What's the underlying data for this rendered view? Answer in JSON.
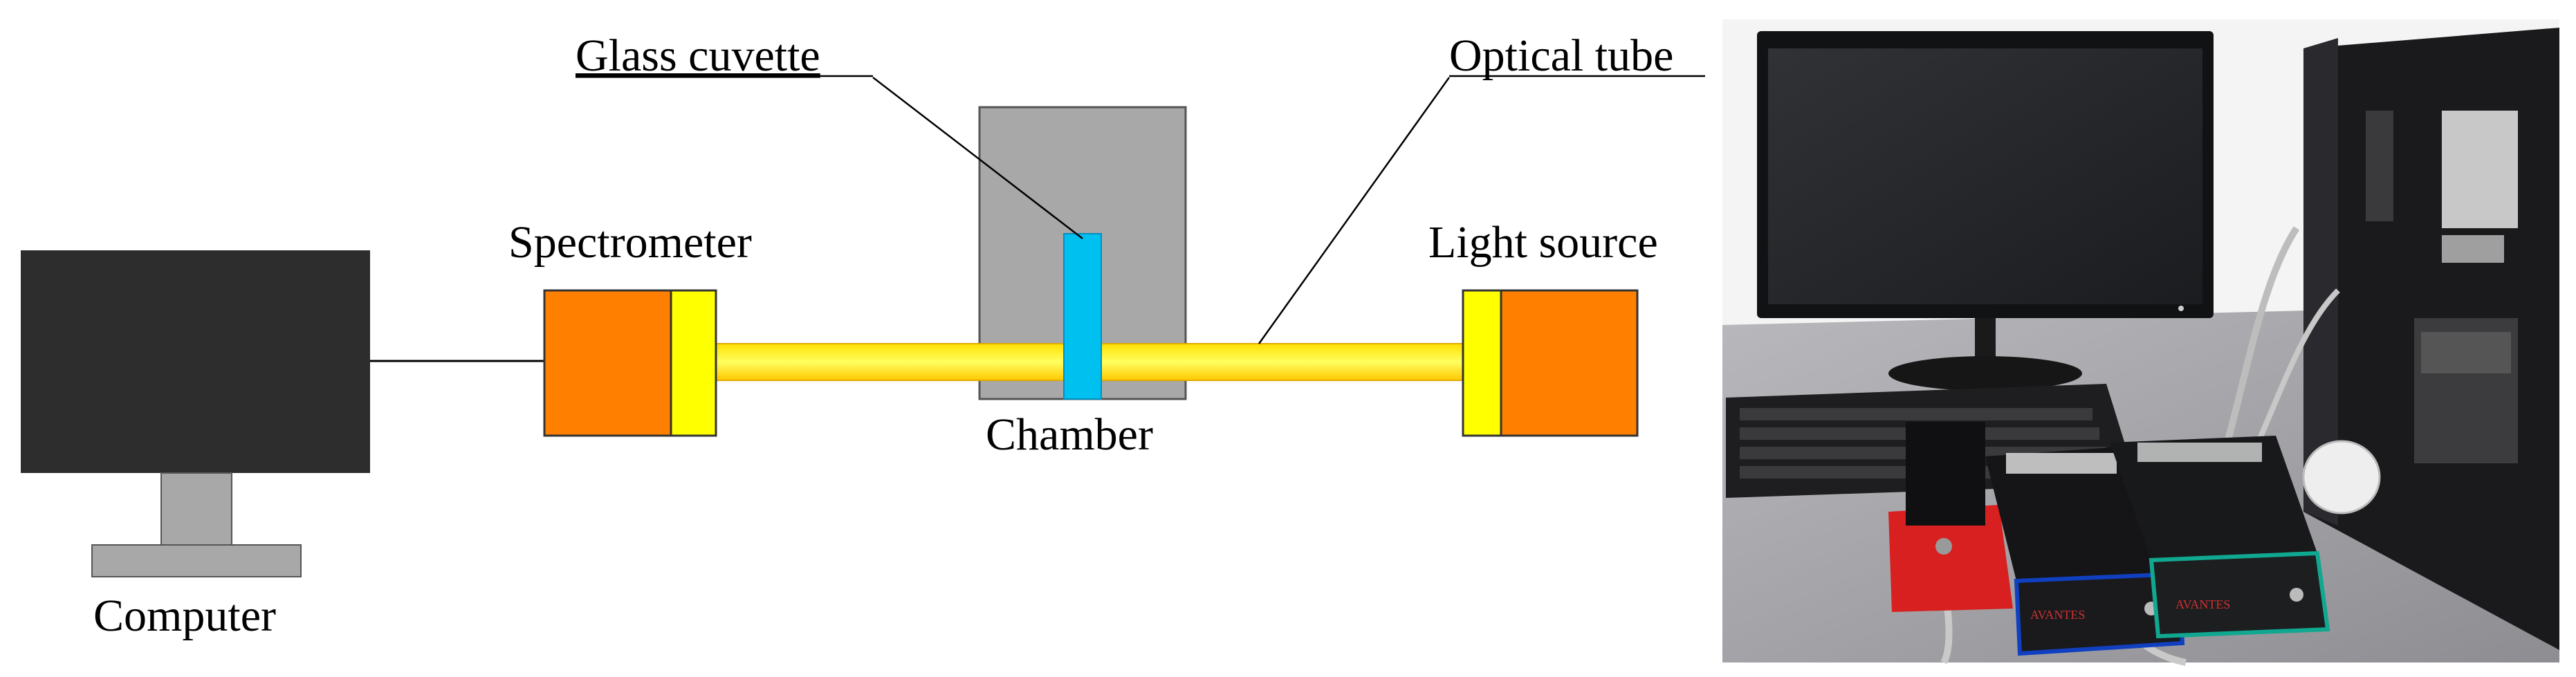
{
  "labels": {
    "glass_cuvette": "Glass cuvette",
    "optical_tube": "Optical tube",
    "spectrometer": "Spectrometer",
    "light_source": "Light source",
    "chamber": "Chamber",
    "computer": "Computer"
  },
  "photo": {
    "brand_text": "AVANTES"
  },
  "colors": {
    "orange": "#ff8000",
    "yellow": "#ffff00",
    "tube_yellow": "#ffd400",
    "cuvette_blue": "#00c0f0",
    "chamber_gray": "#a8a8a8",
    "monitor_dark": "#2d2d2d",
    "stand_gray": "#a8a8a8"
  }
}
